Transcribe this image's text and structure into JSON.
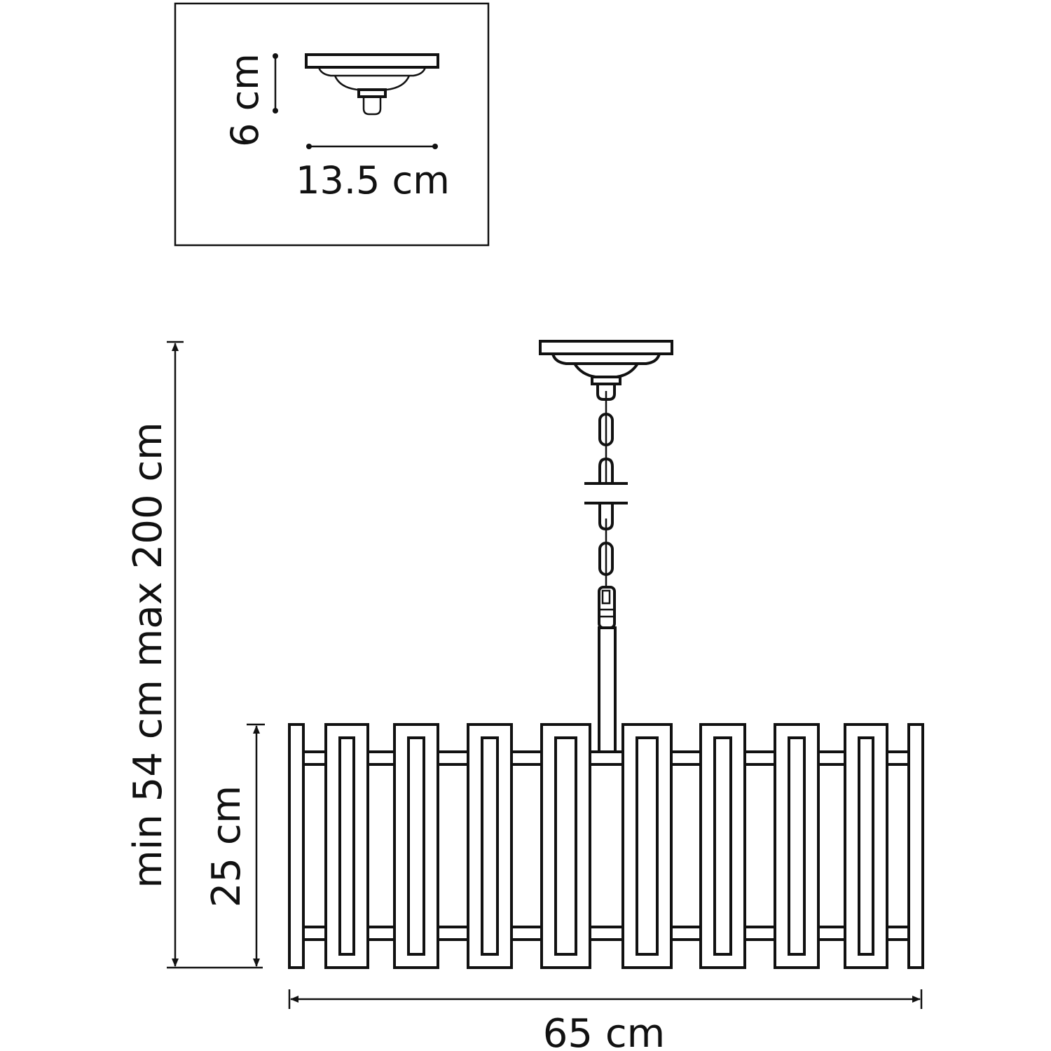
{
  "inset": {
    "height_label": "6 cm",
    "width_label": "13.5 cm"
  },
  "main": {
    "suspension_label": "min 54 cm max 200 cm",
    "shade_height_label": "25 cm",
    "diameter_label": "65 cm"
  },
  "colors": {
    "line": "#111111",
    "background": "#ffffff"
  }
}
